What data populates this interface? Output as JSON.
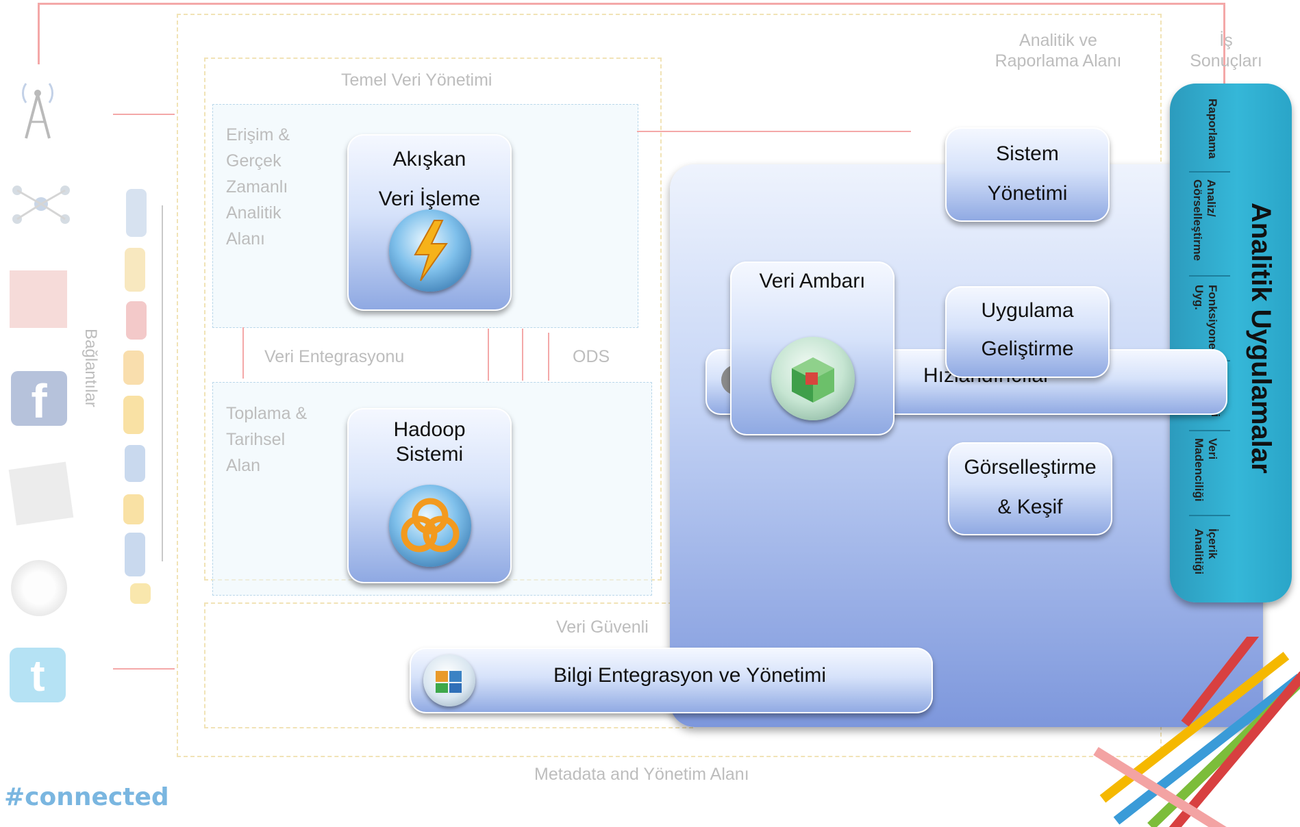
{
  "zones": {
    "analytics_title": "Analitik ve\nRaporlama Alanı",
    "business_title": "İş\nSonuçları",
    "core_data_title": "Temel Veri Yönetimi",
    "access_area": "Erişim &\nGerçek\nZamanlı\nAnalitik\nAlanı",
    "collection_area": "Toplama &\nTarihsel\nAlan",
    "data_integration": "Veri Entegrasyonu",
    "ods": "ODS",
    "data_security": "Veri Güvenli",
    "metadata": "Metadata and Yönetim Alanı",
    "connectors": "Bağlantılar"
  },
  "boxes": {
    "streaming": "Akışkan\nVeri İşleme",
    "hadoop": "Hadoop\nSistemi",
    "warehouse": "Veri Ambarı",
    "accelerators": "Hızlandırıcılar",
    "system_mgmt": "Sistem\nYönetimi",
    "app_dev": "Uygulama\nGeliştirme",
    "visualization": "Görselleştirme\n& Keşif",
    "info_integration": "Bilgi Entegrasyon ve Yönetimi"
  },
  "analytic_apps": {
    "title": "Analitik Uygulamalar",
    "items": [
      "Raporlama",
      "Analiz/\nGörselleştirme",
      "Fonksiyonel\nUyg.",
      "Endüstri",
      "Veri\nMadenciliği",
      "İçerik\nAnalitiği"
    ]
  },
  "footer": {
    "hashtag": "#connected"
  },
  "icons": {
    "streaming": "lightning-orb-icon",
    "hadoop": "trinity-knot-orb-icon",
    "warehouse": "cube-orb-icon",
    "accelerators": "gear-icon",
    "info_integration": "puzzle-icon",
    "sources": [
      "antenna-icon",
      "network-icon",
      "image-icon",
      "facebook-icon",
      "paper-icon",
      "meter-icon",
      "twitter-icon"
    ]
  },
  "colors": {
    "panel_blue": "#c7d6f6",
    "bar_teal": "#35b7d8",
    "arrow_red": "#f4a8a8",
    "faded_text": "#bdbdbd"
  }
}
